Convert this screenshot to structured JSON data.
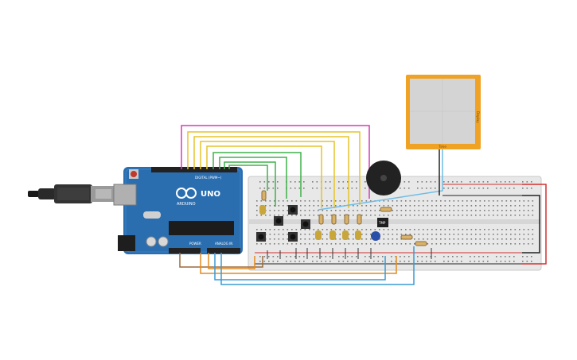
{
  "colors": {
    "board_blue": "#2a6eb0",
    "breadboard": "#e8e8e8",
    "rail_red": "#d23030",
    "rail_black": "#222222",
    "wire_magenta": "#d63cb8",
    "wire_yellow": "#e5c42a",
    "wire_green": "#3fb04a",
    "wire_orange": "#e38a1e",
    "wire_blue": "#3a9bd6",
    "wire_brown": "#9b6a3a",
    "lcd_frame": "#f0a224",
    "lcd_screen": "#d4d4d4"
  },
  "arduino": {
    "logo_text": "ARDUINO",
    "model_text": "UNO",
    "digital_label": "DIGITAL (PWM~)",
    "power_label": "POWER",
    "analog_label": "ANALOG IN"
  },
  "display": {
    "side_label": "Display",
    "pin_label": "Time"
  },
  "sensor": {
    "chip_label": "TMP"
  },
  "icons": [
    "usb-cable-icon",
    "reset-button-icon",
    "arduino-infinity-logo-icon"
  ]
}
